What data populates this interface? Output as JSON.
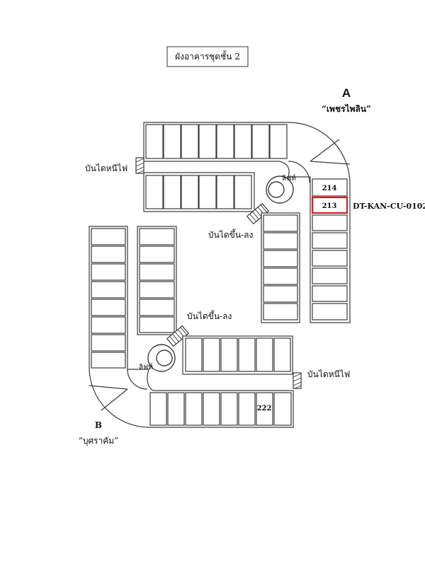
{
  "title": "ผังอาคารชุดชั้น 2",
  "building_a": {
    "letter": "A",
    "name": "“เพชรไพลิน”"
  },
  "building_b": {
    "letter": "B",
    "name": "“บุศราคัม”"
  },
  "labels": {
    "fire_stairs_top": "บันไดหนีไฟ",
    "fire_stairs_bottom": "บันไดหนีไฟ",
    "lift_top": "ลิฟท์",
    "lift_bottom": "ลิฟท์",
    "stairs_top": "บันไดขึ้น-ลง",
    "stairs_bottom": "บันไดขึ้น-ลง"
  },
  "units": {
    "u214": "214",
    "u213": "213",
    "u222": "222"
  },
  "highlight": {
    "code": "DT-KAN-CU-0102",
    "color": "#d42020"
  },
  "colors": {
    "line": "#3a3a3a",
    "background": "#ffffff"
  }
}
